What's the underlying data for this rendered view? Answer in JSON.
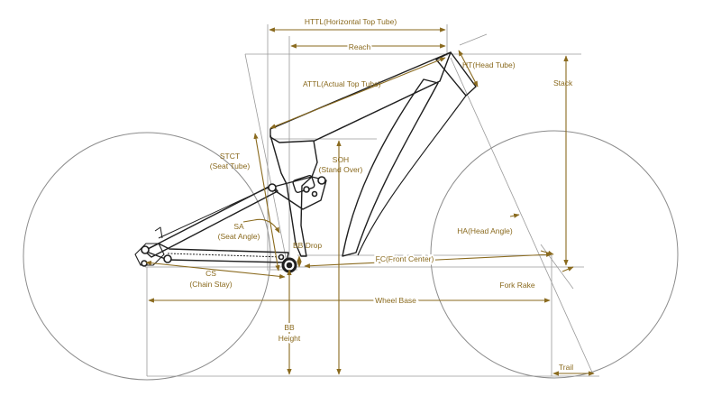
{
  "colors": {
    "dimension": "#8a6a1e",
    "frame": "#1f1f1f",
    "guide": "#9a9a9a",
    "wheel": "#8c8c8c",
    "background": "#ffffff"
  },
  "labels": {
    "httl": "HTTL(Horizontal Top Tube)",
    "reach": "Reach",
    "ht": "HT(Head Tube)",
    "attl": "ATTL(Actual Top Tube)",
    "stack": "Stack",
    "stct_1": "STCT",
    "stct_2": "(Seat Tube)",
    "soh_1": "SOH",
    "soh_2": "(Stand Over)",
    "sa_1": "SA",
    "sa_2": "(Seat Angle)",
    "bb_drop": "BB  Drop",
    "ha": "HA(Head Angle)",
    "fc": "FC(Front Center)",
    "cs_1": "CS",
    "cs_2": "(Chain Stay)",
    "fork_rake": "Fork Rake",
    "wheel_base": "Wheel Base",
    "bb_height_1": "BB",
    "bb_height_2": "Height",
    "trail": "Trail"
  }
}
